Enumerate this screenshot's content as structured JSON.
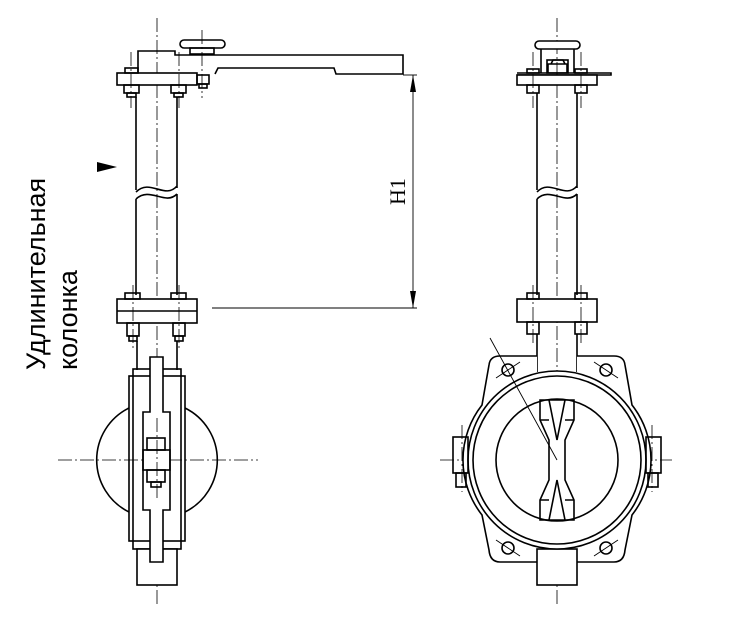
{
  "caption": {
    "line1": "Удлинительная",
    "line2": "колонка"
  },
  "dimension": {
    "label": "H1"
  }
}
